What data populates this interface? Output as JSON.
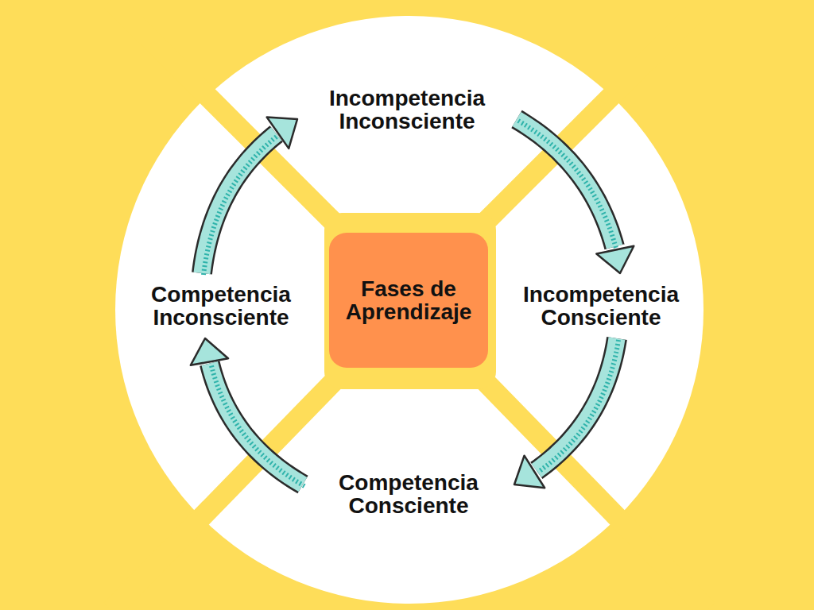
{
  "diagram": {
    "nodes": [
      {
        "text": [
          "Incompetencia Inconsciente"
        ]
      },
      {
        "text": [
          "Competencia Inconsciente"
        ]
      },
      {
        "text": [
          "Fases de Aprendizaje"
        ]
      },
      {
        "text": [
          "Incompetencia Consciente"
        ]
      },
      {
        "text": [
          "Competencia Consciente"
        ]
      }
    ],
    "edges": [
      {
        "from": 0,
        "to": 3,
        "arrow": "to"
      },
      {
        "from": 3,
        "to": 4,
        "arrow": "to"
      },
      {
        "from": 4,
        "to": 1,
        "arrow": "to"
      },
      {
        "from": 1,
        "to": 0,
        "arrow": "to"
      }
    ]
  }
}
